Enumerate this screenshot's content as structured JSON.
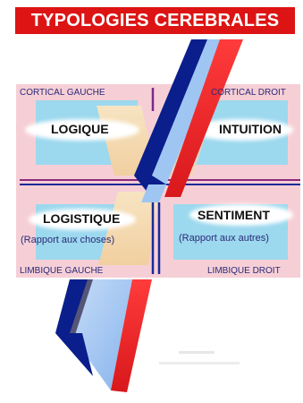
{
  "title": "TYPOLOGIES CEREBRALES",
  "quadrants": {
    "cortical_gauche": "CORTICAL GAUCHE",
    "cortical_droit": "CORTICAL DROIT",
    "limbique_gauche": "LIMBIQUE GAUCHE",
    "limbique_droit": "LIMBIQUE DROIT"
  },
  "styles": {
    "logique": "LOGIQUE",
    "intuition": "INTUITION",
    "logistique": "LOGISTIQUE",
    "logistique_sub": "(Rapport aux choses)",
    "sentiment": "SENTIMENT",
    "sentiment_sub": "(Rapport aux autres)"
  },
  "colors": {
    "banner": "#dd1414",
    "pink": "#f6cfd6",
    "blue_light": "#9cd8ee",
    "peach": "#f4ddb8",
    "navy": "#0a1e8c",
    "red": "#e81f24",
    "sky": "#9fc6f2"
  }
}
